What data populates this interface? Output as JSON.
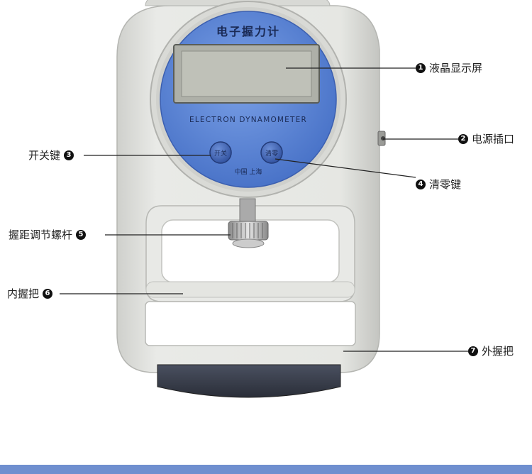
{
  "device": {
    "title": "电子握力计",
    "subtitle": "ELECTRON DYNAMOMETER",
    "button_left": "开关",
    "button_right": "清零",
    "origin": "中国 上海"
  },
  "callouts": [
    {
      "id": "1",
      "label": "液晶显示屏"
    },
    {
      "id": "2",
      "label": "电源插口"
    },
    {
      "id": "3",
      "label": "开关键"
    },
    {
      "id": "4",
      "label": "清零键"
    },
    {
      "id": "5",
      "label": "握距调节螺杆"
    },
    {
      "id": "6",
      "label": "内握把"
    },
    {
      "id": "7",
      "label": "外握把"
    }
  ],
  "colors": {
    "dial_blue": "#5b86d8",
    "body_gray": "#dedfdc",
    "lcd_gray": "#b7b9b0",
    "base_dark": "#3c4150",
    "footer_band": "#6f8fcf"
  }
}
